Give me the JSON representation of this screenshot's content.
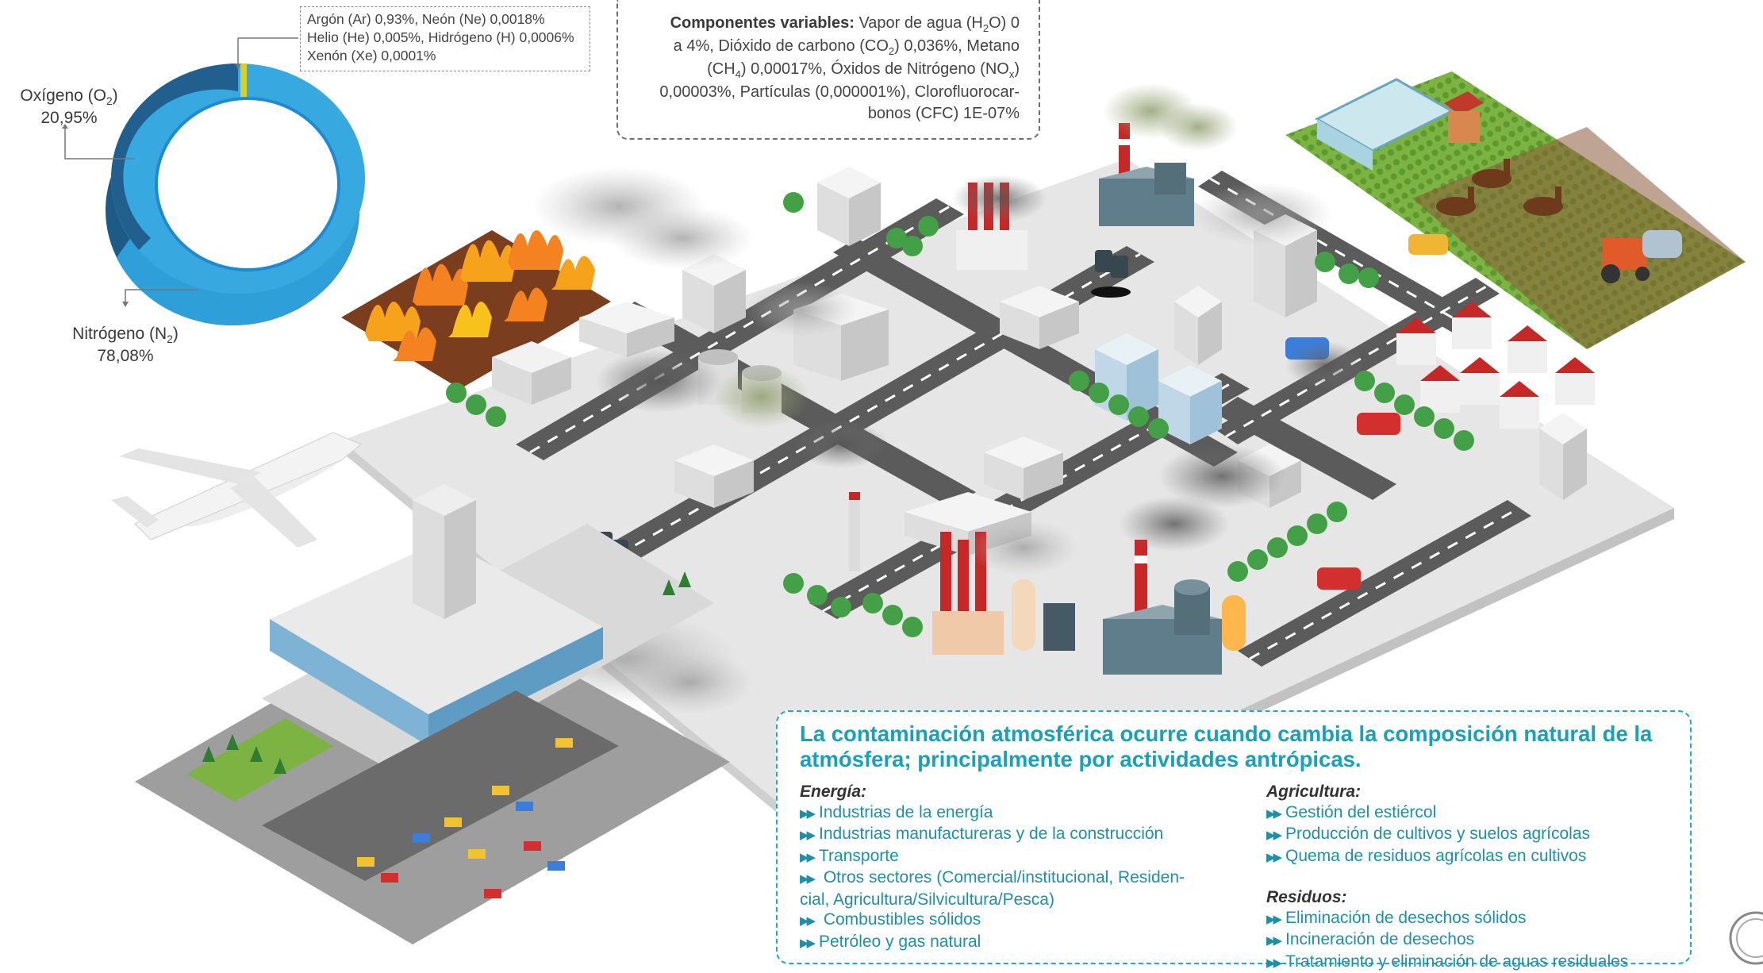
{
  "donut": {
    "oxygen_label": "Oxígeno (O",
    "oxygen_sub": "2",
    "oxygen_value": "20,95%",
    "nitrogen_label": "Nitrógeno (N",
    "nitrogen_sub": "2",
    "nitrogen_value": "78,08%",
    "trace_lines": [
      "Argón (Ar) 0,93%, Neón (Ne) 0,0018%",
      "Helio (He) 0,005%, Hidrógeno (H) 0,0006%",
      "Xenón (Xe) 0,0001%"
    ],
    "colors": {
      "nitrogen": "#2e9fd9",
      "oxygen": "#1e5a86",
      "trace": "#c9c02a"
    }
  },
  "variable": {
    "heading": "Componentes variables:",
    "line1": "Vapor de agua  (H",
    "line1_sub": "2",
    "line1_end": "O) 0",
    "line2": "a 4%, Dióxido de carbono (CO",
    "line2_sub": "2",
    "line2_end": ") 0,036%, Metano",
    "line3": "(CH",
    "line3_sub": "4",
    "line3_end": ") 0,00017%, Óxidos de Nitrógeno (NO",
    "line3_sub2": "x",
    "line3_end2": ")",
    "line4": "0,00003%, Partículas (0,000001%), Clorofluorocar-",
    "line5": "bonos (CFC) 1E-07%"
  },
  "info": {
    "title": "La contaminación atmosférica ocurre cuando cambia la composición natural de la atmósfera; principalmente por actividades antrópicas.",
    "energia_heading": "Energía:",
    "energia_items": [
      "Industrias de la energía",
      "Industrias manufactureras y de la construcción",
      "Transporte",
      " Otros sectores (Comercial/institucional, Residen-",
      " Combustibles sólidos",
      "Petróleo y gas natural"
    ],
    "energia_wrap": "cial, Agricultura/Silvicultura/Pesca)",
    "agricultura_heading": "Agricultura:",
    "agricultura_items": [
      "Gestión del estiércol",
      "Producción de cultivos y suelos agrícolas",
      "Quema de residuos agrícolas en cultivos"
    ],
    "residuos_heading": "Residuos:",
    "residuos_items": [
      "Eliminación de desechos sólidos",
      "Incineración de desechos",
      "Tratamiento y eliminación de aguas residuales"
    ],
    "accent": "#1aa0b8"
  }
}
